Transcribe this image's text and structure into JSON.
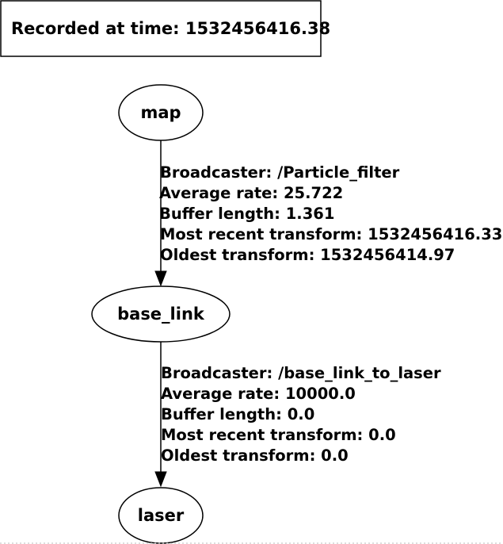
{
  "header": {
    "recorded_label": "Recorded at time: 1532456416.38"
  },
  "nodes": {
    "map": "map",
    "base_link": "base_link",
    "laser": "laser"
  },
  "edges": [
    {
      "broadcaster": "Broadcaster: /Particle_filter",
      "average_rate": "Average rate: 25.722",
      "buffer_length": "Buffer length: 1.361",
      "most_recent": "Most recent transform: 1532456416.33",
      "oldest": "Oldest transform: 1532456414.97"
    },
    {
      "broadcaster": "Broadcaster: /base_link_to_laser",
      "average_rate": "Average rate: 10000.0",
      "buffer_length": "Buffer length: 0.0",
      "most_recent": "Most recent transform: 0.0",
      "oldest": "Oldest transform: 0.0"
    }
  ],
  "colors": {
    "stroke": "#000000",
    "background": "#ffffff"
  }
}
